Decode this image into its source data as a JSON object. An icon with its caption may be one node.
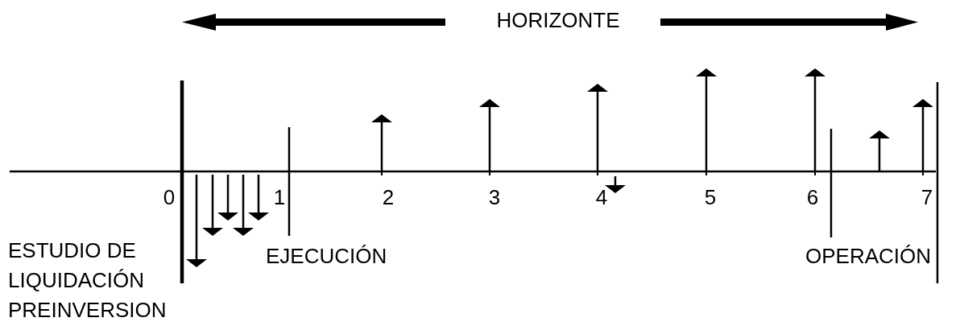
{
  "diagram": {
    "labels": [
      "HORIZONTE",
      "0",
      "1",
      "2",
      "3",
      "4",
      "5",
      "6",
      "7",
      "ESTUDIO DE",
      "EJECUCIÓN",
      "OPERACIÓN",
      "LIQUIDACIÓN",
      "PREINVERSION"
    ]
  }
}
